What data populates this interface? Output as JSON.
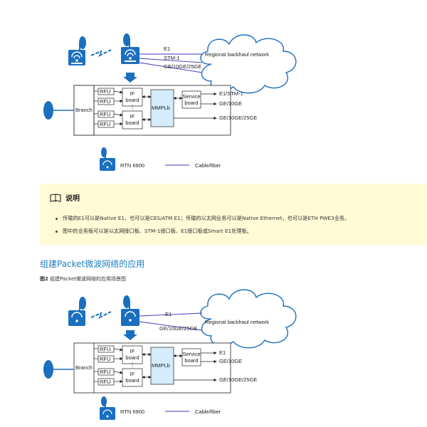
{
  "diagram_top": {
    "link_labels": [
      "E1",
      "STM-1",
      "GE/10GE/25GE"
    ],
    "cloud_label": "Regional backhaul network",
    "branch_label": "Branch",
    "rfu_labels": [
      "RFU",
      "RFU",
      "RFU",
      "RFU"
    ],
    "if_board_label": "IF board",
    "mmplb_label": "MMPLb",
    "service_board_label": "Service board",
    "output_labels": [
      "E1/STM-1",
      "GE/10GE",
      "GE/10GE/25GE"
    ],
    "legend_device_label": "RTN 6900",
    "legend_line_label": "Cable/fiber"
  },
  "note": {
    "title": "说明",
    "items": [
      "传输的E1可以是Native E1，也可以是CES/ATM E1；传输的以太网业务可以是Native Ethernet，也可以是ETH PWE3业务。",
      "图中的业务板可以是以太网接口板、STM-1接口板、E1接口板或Smart E1处理板。"
    ]
  },
  "section": {
    "title": "组建Packet微波网络的应用",
    "figure_number": "图2",
    "figure_caption": "组建Packet微波网络的应用场景图"
  },
  "diagram_bottom": {
    "link_labels": [
      "E1",
      "GE/10GE/25GE"
    ],
    "cloud_label": "Regional backhaul network",
    "branch_label": "Branch",
    "rfu_labels": [
      "RFU",
      "RFU",
      "RFU",
      "RFU"
    ],
    "if_board_label": "IF board",
    "mmplb_label": "MMPLb",
    "service_board_label": "Service board",
    "output_labels": [
      "E1",
      "GE/10GE",
      "GE/10GE/25GE"
    ],
    "legend_device_label": "RTN 6900",
    "legend_line_label": "Cable/fiber"
  },
  "colors": {
    "device_blue": "#1a6fbf",
    "mmplb_fill": "#d4ecfb",
    "note_bg": "#fffbd6",
    "heading_blue": "#1a7fc1",
    "cloud_stroke": "#1a6fbf",
    "legend_line": "#3a3ab8"
  }
}
